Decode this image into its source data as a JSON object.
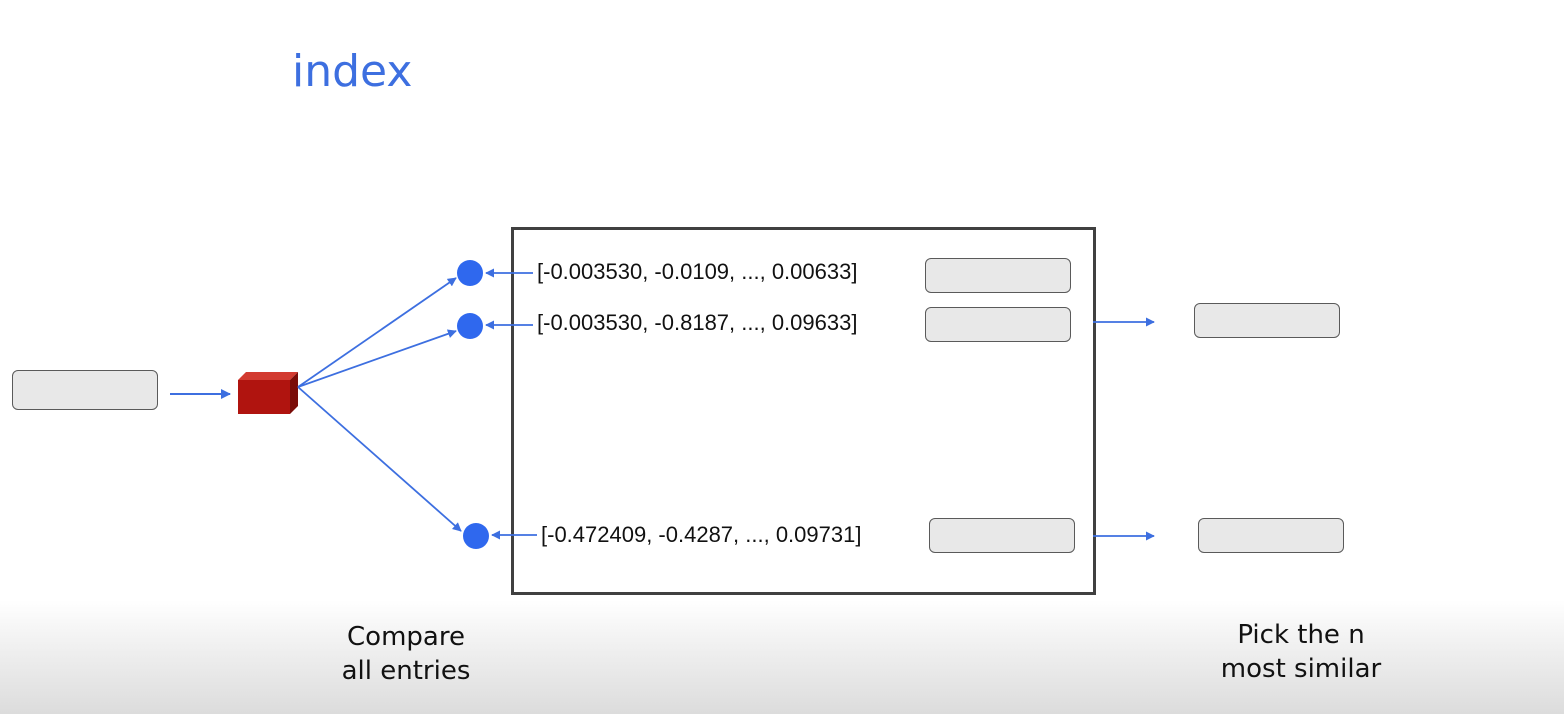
{
  "title": "index",
  "index": {
    "entries": [
      {
        "vector": "[-0.003530, -0.0109, ..., 0.00633]"
      },
      {
        "vector": "[-0.003530, -0.8187, ..., 0.09633]"
      },
      {
        "vector": "[-0.472409, -0.4287, ..., 0.09731]"
      }
    ]
  },
  "captions": {
    "compare": [
      "Compare",
      "all entries"
    ],
    "pick": [
      "Pick the n",
      "most similar"
    ]
  },
  "colors": {
    "arrow": "#3d6fe0",
    "dot": "#2f68ee",
    "embedding_block": "#b0140f",
    "title": "#3d6fe0"
  }
}
